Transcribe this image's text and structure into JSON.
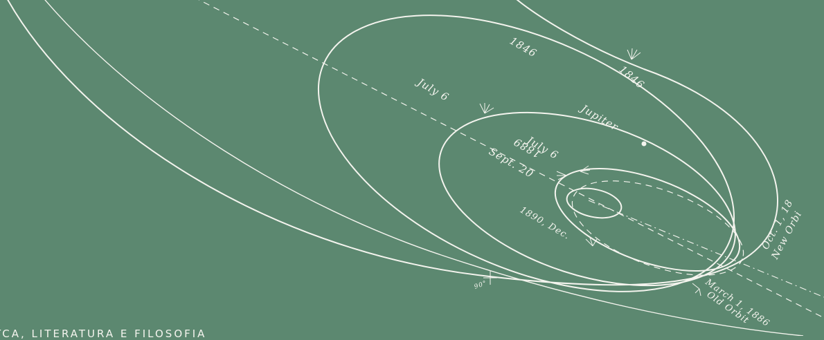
{
  "labels": {
    "year_1846_a": "1846",
    "year_1846_b": "1846",
    "july6_outer": "July 6",
    "jupiter": "Jupiter",
    "july6_inner": "July 6",
    "year_1889": "1889",
    "sept20": "Sept. 20",
    "dec_1890": "1890, Dec.",
    "oct_1": "Oct. 1, 18",
    "new_orbit": "New Orbi",
    "march_1886": "March 1, 1886",
    "old_orbit": "Old Orbit",
    "deg_90": "90°"
  },
  "footer": {
    "text": "TCA, LITERATURA E FILOSOFIA"
  },
  "colors": {
    "background": "#5c8870",
    "ink": "#f4f4ee"
  }
}
